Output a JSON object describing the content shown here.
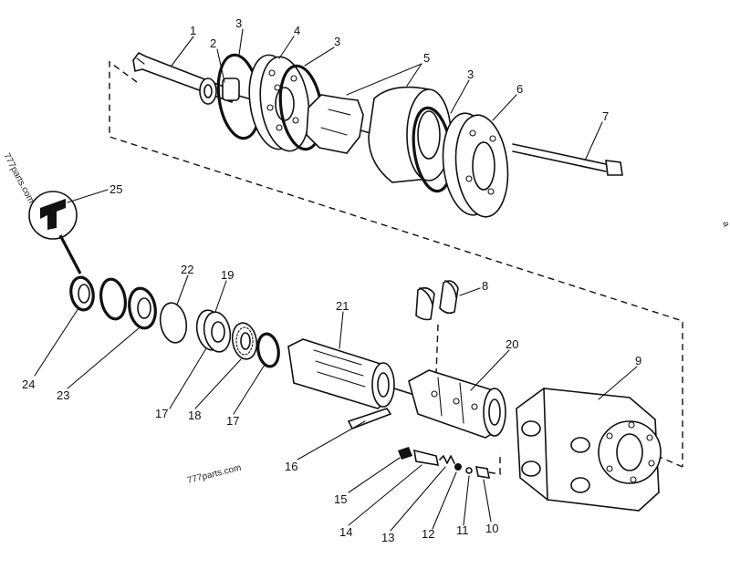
{
  "watermarks": {
    "side": "777parts.com",
    "center": "777parts.com",
    "edge": "a"
  },
  "callouts": [
    {
      "id": "c1",
      "label": "1"
    },
    {
      "id": "c2",
      "label": "2"
    },
    {
      "id": "c3a",
      "label": "3"
    },
    {
      "id": "c4",
      "label": "4"
    },
    {
      "id": "c3b",
      "label": "3"
    },
    {
      "id": "c5",
      "label": "5"
    },
    {
      "id": "c3c",
      "label": "3"
    },
    {
      "id": "c6",
      "label": "6"
    },
    {
      "id": "c7",
      "label": "7"
    },
    {
      "id": "c25",
      "label": "25"
    },
    {
      "id": "c22",
      "label": "22"
    },
    {
      "id": "c19",
      "label": "19"
    },
    {
      "id": "c21",
      "label": "21"
    },
    {
      "id": "c8",
      "label": "8"
    },
    {
      "id": "c20",
      "label": "20"
    },
    {
      "id": "c9",
      "label": "9"
    },
    {
      "id": "c24",
      "label": "24"
    },
    {
      "id": "c23",
      "label": "23"
    },
    {
      "id": "c17a",
      "label": "17"
    },
    {
      "id": "c18",
      "label": "18"
    },
    {
      "id": "c17b",
      "label": "17"
    },
    {
      "id": "c16",
      "label": "16"
    },
    {
      "id": "c15",
      "label": "15"
    },
    {
      "id": "c14",
      "label": "14"
    },
    {
      "id": "c13",
      "label": "13"
    },
    {
      "id": "c12",
      "label": "12"
    },
    {
      "id": "c11",
      "label": "11"
    },
    {
      "id": "c10",
      "label": "10"
    }
  ]
}
